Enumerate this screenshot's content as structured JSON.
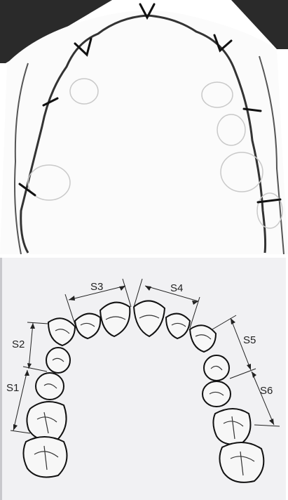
{
  "figure": {
    "top_panel": {
      "description_hidden": ""
    },
    "bottom_panel": {
      "segment_labels": {
        "s1": "S1",
        "s2": "S2",
        "s3": "S3",
        "s4": "S4",
        "s5": "S5",
        "s6": "S6"
      }
    }
  }
}
